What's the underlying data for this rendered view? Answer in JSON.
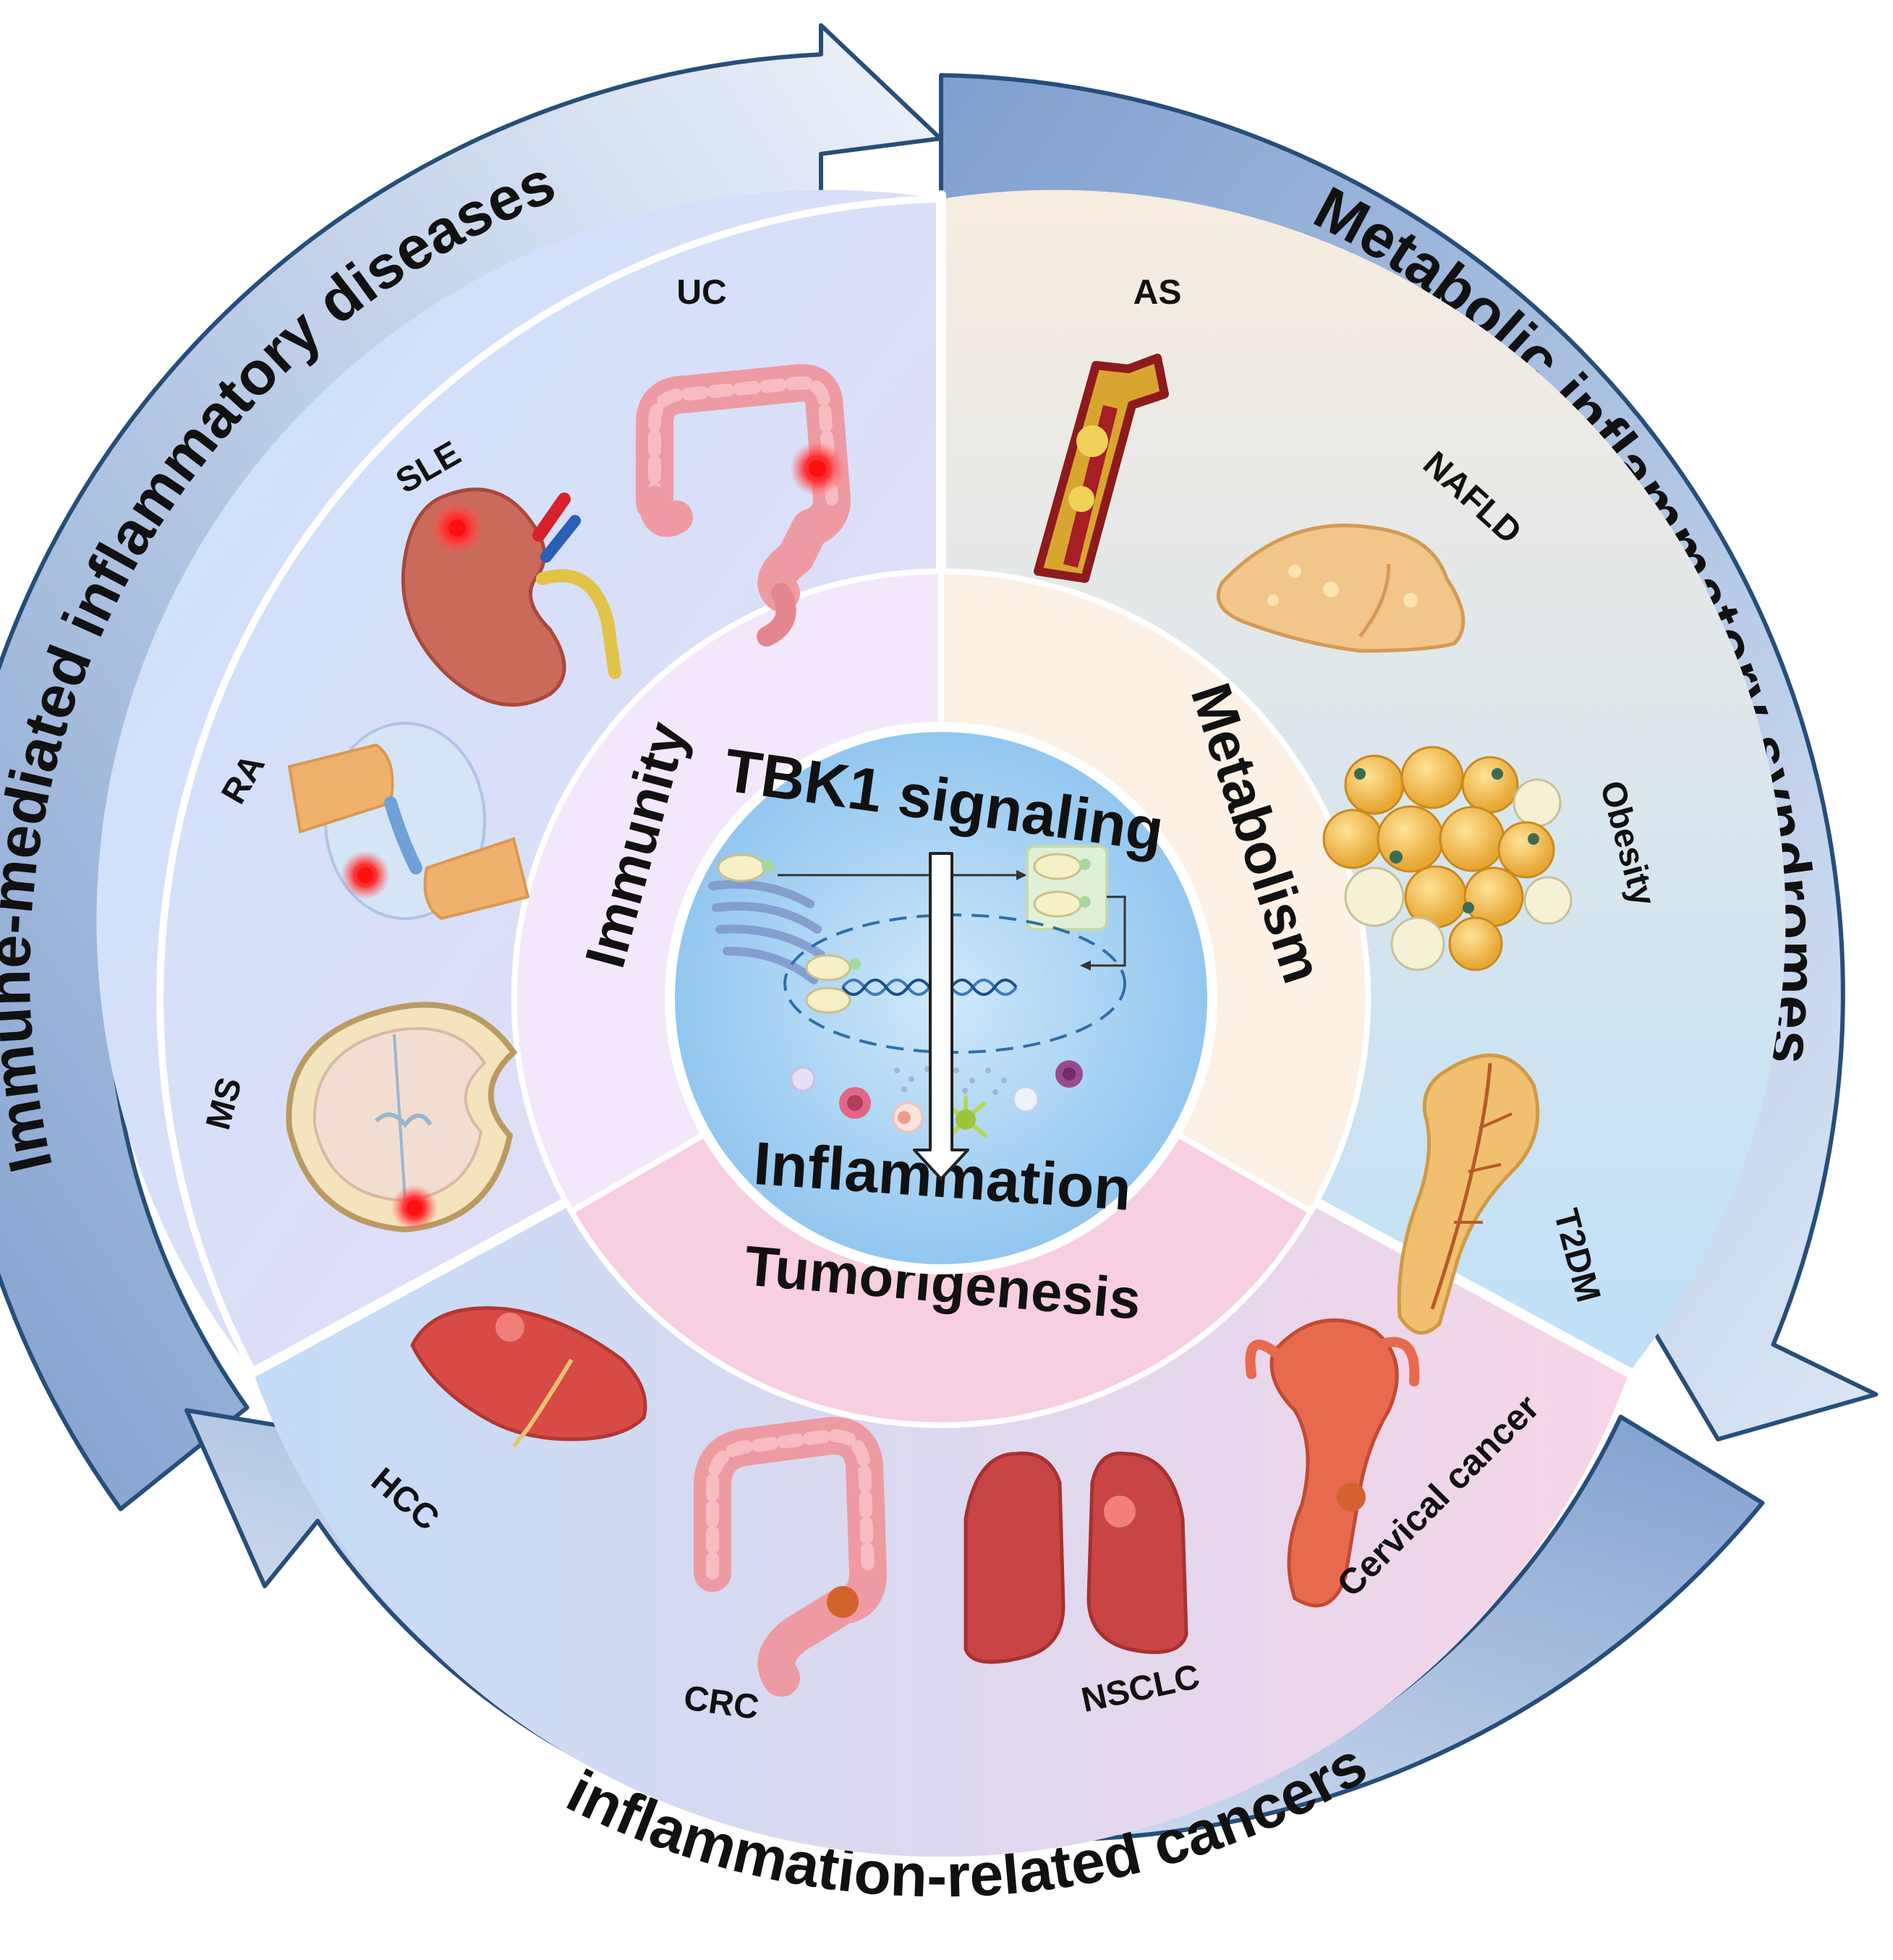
{
  "outer_ring": {
    "immune": "Immune-mediated inflammatory diseases",
    "metabolic": "Metabolic inflammatory syndromes",
    "cancers": "inflammation-related cancers"
  },
  "middle_ring": {
    "immunity": "Immunity",
    "metabolism": "Metabolism",
    "tumorigenesis": "Tumorigenesis"
  },
  "center": {
    "title": "TBK1 signaling",
    "bottom": "Inflammation"
  },
  "diseases": {
    "uc": "UC",
    "sle": "SLE",
    "ra": "RA",
    "ms": "MS",
    "as": "AS",
    "nafld": "NAFLD",
    "obesity": "Obesity",
    "t2dm": "T2DM",
    "hcc": "HCC",
    "crc": "CRC",
    "nsclc": "NSCLC",
    "cervical": "Cervical cancer"
  },
  "colors": {
    "arc_blue_dark": "#7f9fce",
    "arc_blue_light": "#e4ecf8",
    "sector_immune": "#e6dcf6",
    "sector_metabolic": "#dce9f8",
    "sector_cancer": "#f3d7ea",
    "middle_immunity": "#f1e6fb",
    "middle_metabolism": "#fcf0e2",
    "middle_tumor": "#f7cfe0",
    "center": "#a9d4f3",
    "organ_red": "#d63c3c",
    "organ_pink": "#f2a2a8",
    "organ_tan": "#efc27d"
  }
}
